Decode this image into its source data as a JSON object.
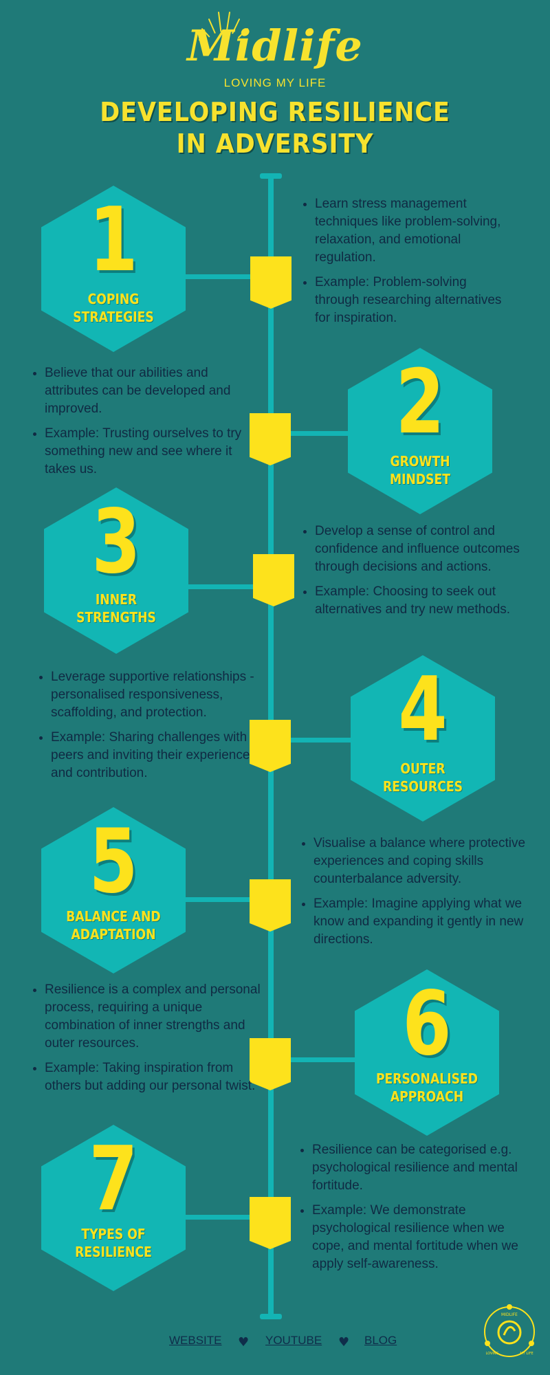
{
  "header": {
    "brand": "Midlife",
    "tagline": "LOVING MY LIFE",
    "title_line1": "DEVELOPING RESILIENCE",
    "title_line2": "IN ADVERSITY"
  },
  "steps": [
    {
      "number": "1",
      "label": "COPING STRATEGIES",
      "bullets": [
        "Learn stress management techniques like problem-solving, relaxation, and emotional regulation.",
        "Example: Problem-solving through researching alternatives for inspiration."
      ]
    },
    {
      "number": "2",
      "label": "GROWTH MINDSET",
      "bullets": [
        "Believe that our abilities and attributes can be developed and improved.",
        "Example: Trusting ourselves to try something new and see where it takes us."
      ]
    },
    {
      "number": "3",
      "label": "INNER STRENGTHS",
      "bullets": [
        "Develop a sense of control and confidence and influence outcomes through decisions and actions.",
        "Example: Choosing to seek out alternatives and try new methods."
      ]
    },
    {
      "number": "4",
      "label": "OUTER RESOURCES",
      "bullets": [
        "Leverage supportive relationships - personalised responsiveness, scaffolding, and protection.",
        "Example: Sharing challenges with peers and inviting their experience and contribution."
      ]
    },
    {
      "number": "5",
      "label_line1": "BALANCE AND",
      "label_line2": "ADAPTATION",
      "bullets": [
        "Visualise a balance where protective experiences and coping skills counterbalance adversity.",
        "Example: Imagine applying what we know and expanding it gently in new directions."
      ]
    },
    {
      "number": "6",
      "label_line1": "PERSONALISED",
      "label_line2": "APPROACH",
      "bullets": [
        " Resilience is a complex and personal process, requiring a unique combination of inner strengths and outer resources.",
        "Example: Taking inspiration from others but adding our personal twist."
      ]
    },
    {
      "number": "7",
      "label_line1": "TYPES OF",
      "label_line2": "RESILIENCE",
      "bullets": [
        "Resilience can be categorised e.g. psychological resilience and mental fortitude.",
        "Example: We demonstrate psychological resilience when we cope, and mental fortitude when we apply self-awareness."
      ]
    }
  ],
  "footer": {
    "links": [
      "WEBSITE",
      "YOUTUBE",
      "BLOG"
    ],
    "separator_icon": "heart-icon",
    "badge_top": "MIDLIFE",
    "badge_left": "LOVING",
    "badge_right": "MY LIFE"
  },
  "colors": {
    "background": "#1f7a78",
    "hexagon": "#12b6b4",
    "accent_yellow": "#fde21c",
    "text_dark": "#102a43"
  }
}
